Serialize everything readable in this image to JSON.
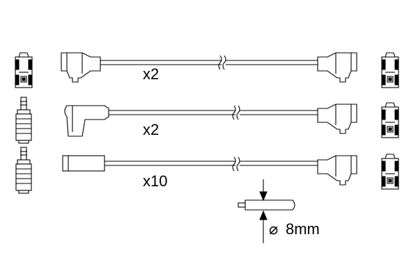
{
  "leads": [
    {
      "quantity": "x2",
      "end_left": "boot-angled-connector",
      "left_part": "coil-cap-terminal",
      "end_right": "boot-angled-connector",
      "right_part": "coil-cap-terminal"
    },
    {
      "quantity": "x2",
      "end_left": "boot-angled-plug",
      "left_part": "plug-pin-terminal",
      "end_right": "boot-angled-connector",
      "right_part": "coil-cap-terminal"
    },
    {
      "quantity": "x10",
      "end_left": "boot-straight",
      "left_part": "plug-pin-terminal",
      "end_right": "boot-angled-connector",
      "right_part": "coil-cap-terminal"
    }
  ],
  "cable_diameter": {
    "symbol": "⌀",
    "value": "8mm"
  },
  "icons": [
    "coil-cap-terminal-icon",
    "plug-pin-terminal-icon",
    "break-mark-icon",
    "dimension-arrow-icon"
  ]
}
